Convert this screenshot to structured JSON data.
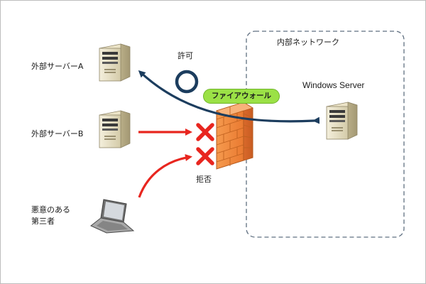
{
  "diagram": {
    "internal_network_label": "内部ネットワーク",
    "firewall_label": "ファイアウォール",
    "server": {
      "label": "Windows Server",
      "icon": "server-tower-icon"
    },
    "external_a": {
      "label": "外部サーバーA",
      "icon": "server-tower-icon"
    },
    "external_b": {
      "label": "外部サーバーB",
      "icon": "server-tower-icon"
    },
    "attacker": {
      "label_line1": "悪意のある",
      "label_line2": "第三者",
      "icon": "laptop-icon"
    },
    "allow": {
      "label": "許可",
      "symbol": "circle"
    },
    "deny": {
      "label": "拒否",
      "symbol": "cross"
    },
    "colors": {
      "allow_arrow": "#1c3d5e",
      "deny_arrow": "#e8261f",
      "firewall_pill": "#9be146",
      "brick": "#f0843a",
      "network_border": "#5f6f80"
    }
  }
}
